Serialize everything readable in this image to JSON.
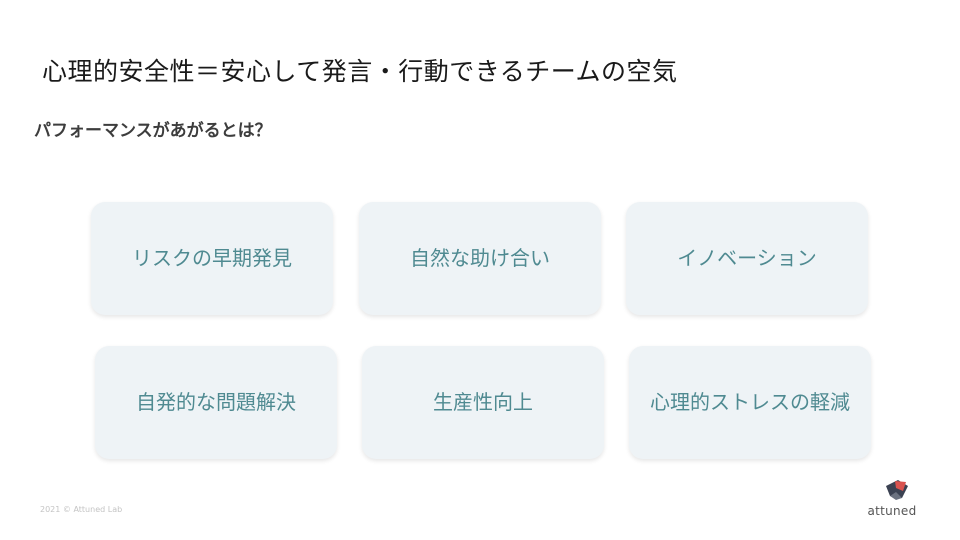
{
  "slide": {
    "title": "心理的安全性＝安心して発言・行動できるチームの空気",
    "subtitle": "パフォーマンスがあがるとは？",
    "cards": [
      {
        "label": "リスクの早期発見"
      },
      {
        "label": "自然な助け合い"
      },
      {
        "label": "イノベーション"
      },
      {
        "label": "自発的な問題解決"
      },
      {
        "label": "生産性向上"
      },
      {
        "label": "心理的ストレスの軽減"
      }
    ],
    "copyright": "2021 © Attuned Lab",
    "logo_text": "attuned"
  },
  "colors": {
    "card_bg": "#eef3f6",
    "card_text": "#4f8a91",
    "logo_dark": "#3b4252",
    "logo_red": "#d9534f"
  }
}
